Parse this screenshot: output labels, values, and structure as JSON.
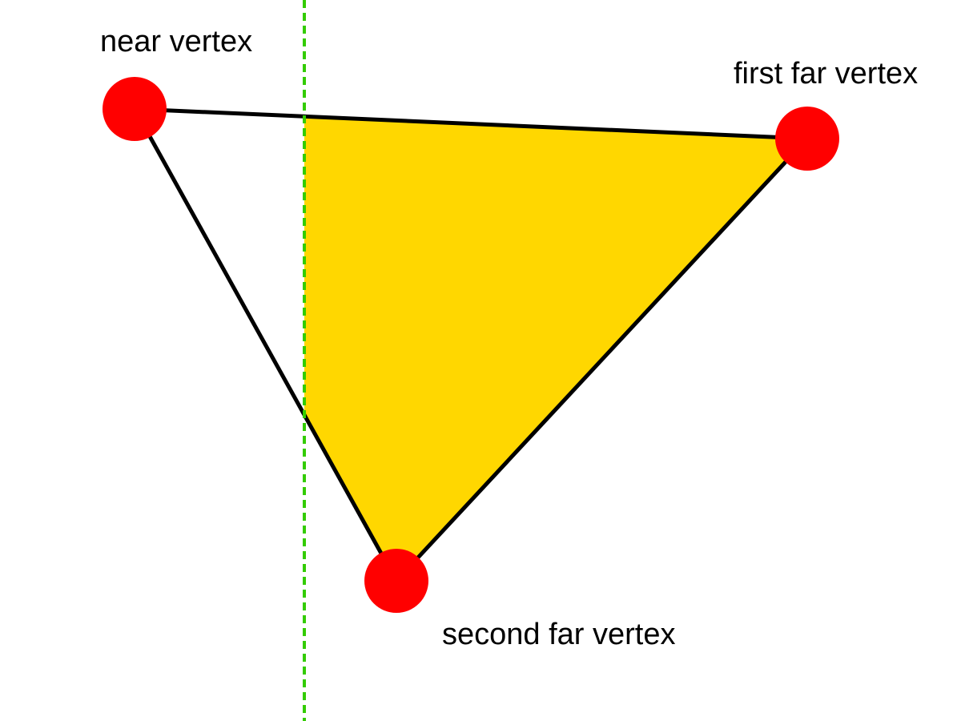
{
  "labels": {
    "near_vertex": "near vertex",
    "first_far_vertex": "first far vertex",
    "second_far_vertex": "second far vertex"
  },
  "colors": {
    "clipped_region": "#FFD700",
    "triangle_edge": "#000000",
    "vertex": "#FF0000",
    "clip_line": "#33CC00",
    "background": "#FFFFFF"
  }
}
